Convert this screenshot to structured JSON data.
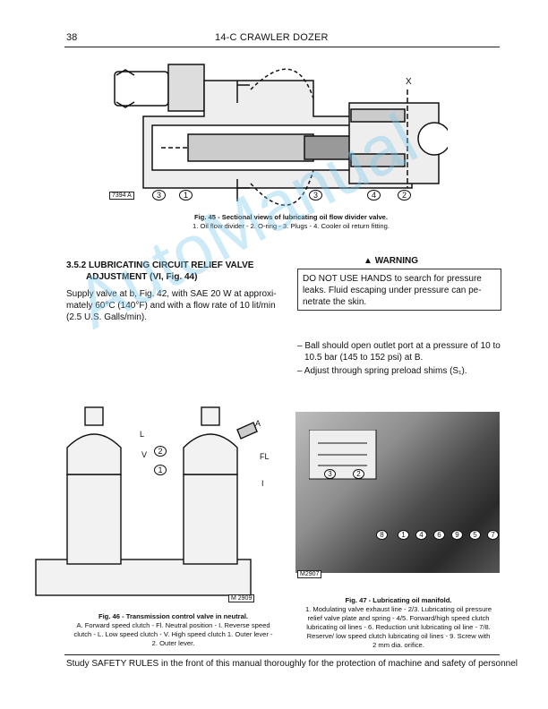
{
  "header": {
    "page_number": "38",
    "title": "14-C CRAWLER DOZER"
  },
  "fig45": {
    "tag": "7394",
    "tag_letter": "A",
    "callout_x1": "X",
    "callouts": [
      "3",
      "1",
      "3",
      "4",
      "2"
    ],
    "caption_title": "Fig. 45 - Sectional views of lubricating oil flow divider valve.",
    "caption_body": "1. Oil flow divider - 2. O-ring - 3. Plugs - 4. Cooler oil return fitting."
  },
  "section": {
    "title_line1": "3.5.2 LUBRICATING CIRCUIT RELIEF VALVE",
    "title_line2": "ADJUSTMENT (VI, Fig. 44)",
    "para1": "Supply valve at b, Fig. 42, with SAE 20 W at approxi-",
    "para2": "mately 60°C (140°F) and with a flow rate of 10 lit/min",
    "para3": "(2.5 U.S. Galls/min)."
  },
  "warning": {
    "label": "WARNING",
    "line1": "DO NOT USE HANDS to search for pressure",
    "line2": "leaks. Fluid escaping under pressure can pe-",
    "line3": "netrate the skin."
  },
  "bullets": {
    "b1_line1": "– Ball should open outlet port at a pressure of 10 to",
    "b1_line2": "10.5 bar (145 to 152 psi) at B.",
    "b2": "– Adjust through spring preload shims (S₁)."
  },
  "watermark": "AutoManual",
  "fig46": {
    "tag": "M 2909",
    "labels_left": [
      "L",
      "V"
    ],
    "labels_right": [
      "A",
      "FL",
      "I"
    ],
    "callouts": [
      "2",
      "1"
    ],
    "caption_title": "Fig. 46 - Transmission control valve in neutral.",
    "caption_l1": "A. Forward speed clutch - Fl. Neutral position - I. Reverse speed",
    "caption_l2": "clutch - L. Low speed clutch - V. High speed clutch 1. Outer lever -",
    "caption_l3": "2. Outer lever."
  },
  "fig47": {
    "tag": "M2907",
    "callouts": [
      "3",
      "2",
      "8",
      "1",
      "4",
      "6",
      "9",
      "5",
      "7"
    ],
    "caption_title": "Fig. 47 - Lubricating oil manifold.",
    "caption_l1": "1. Modulating valve exhaust line - 2/3. Lubricating oil pressure",
    "caption_l2": "relief valve plate and spring - 4/5. Forward/high speed clutch",
    "caption_l3": "lubricating oil lines - 6. Reduction unit lubricating oil line - 7/8.",
    "caption_l4": "Reserve/ low speed clutch lubricating oil lines - 9. Screw with",
    "caption_l5": "2 mm dia. orifice."
  },
  "footer": "Study SAFETY RULES in the front of this manual thoroughly for the protection of machine and safety of personnel"
}
